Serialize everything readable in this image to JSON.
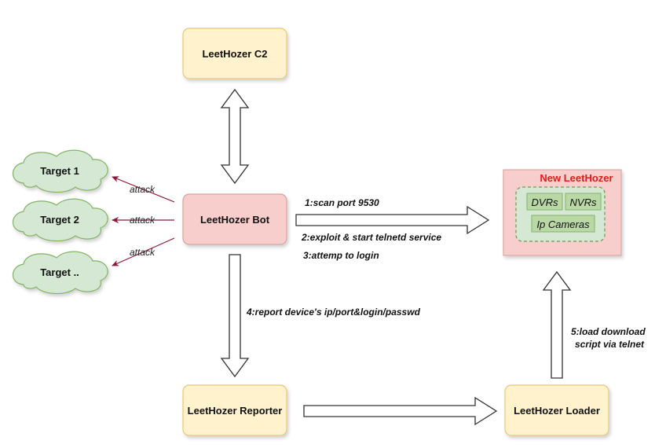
{
  "nodes": {
    "c2": "LeetHozer C2",
    "bot": "LeetHozer Bot",
    "reporter": "LeetHozer Reporter",
    "loader": "LeetHozer Loader"
  },
  "targets": [
    "Target 1",
    "Target 2",
    "Target .."
  ],
  "attack_label": "attack",
  "new_group": {
    "title": "New LeetHozer",
    "devices": [
      "DVRs",
      "NVRs",
      "Ip Cameras"
    ]
  },
  "edges": {
    "scan": "1:scan port 9530",
    "exploit": "2:exploit & start telnetd service",
    "login": "3:attemp to login",
    "report": "4:report device's ip/port&login/passwd",
    "load_line1": "5:load download",
    "load_line2": "script via telnet"
  },
  "colors": {
    "yellow_fill": "#fff2cc",
    "yellow_stroke": "#e8c77a",
    "red_fill": "#f8cecc",
    "red_stroke": "#d4a3a1",
    "green_fill": "#d5e8d4",
    "green_stroke": "#82b366",
    "device_fill": "#b9d8a6",
    "title_red": "#e01b1b",
    "attack_arrow": "#8b1a3a"
  }
}
